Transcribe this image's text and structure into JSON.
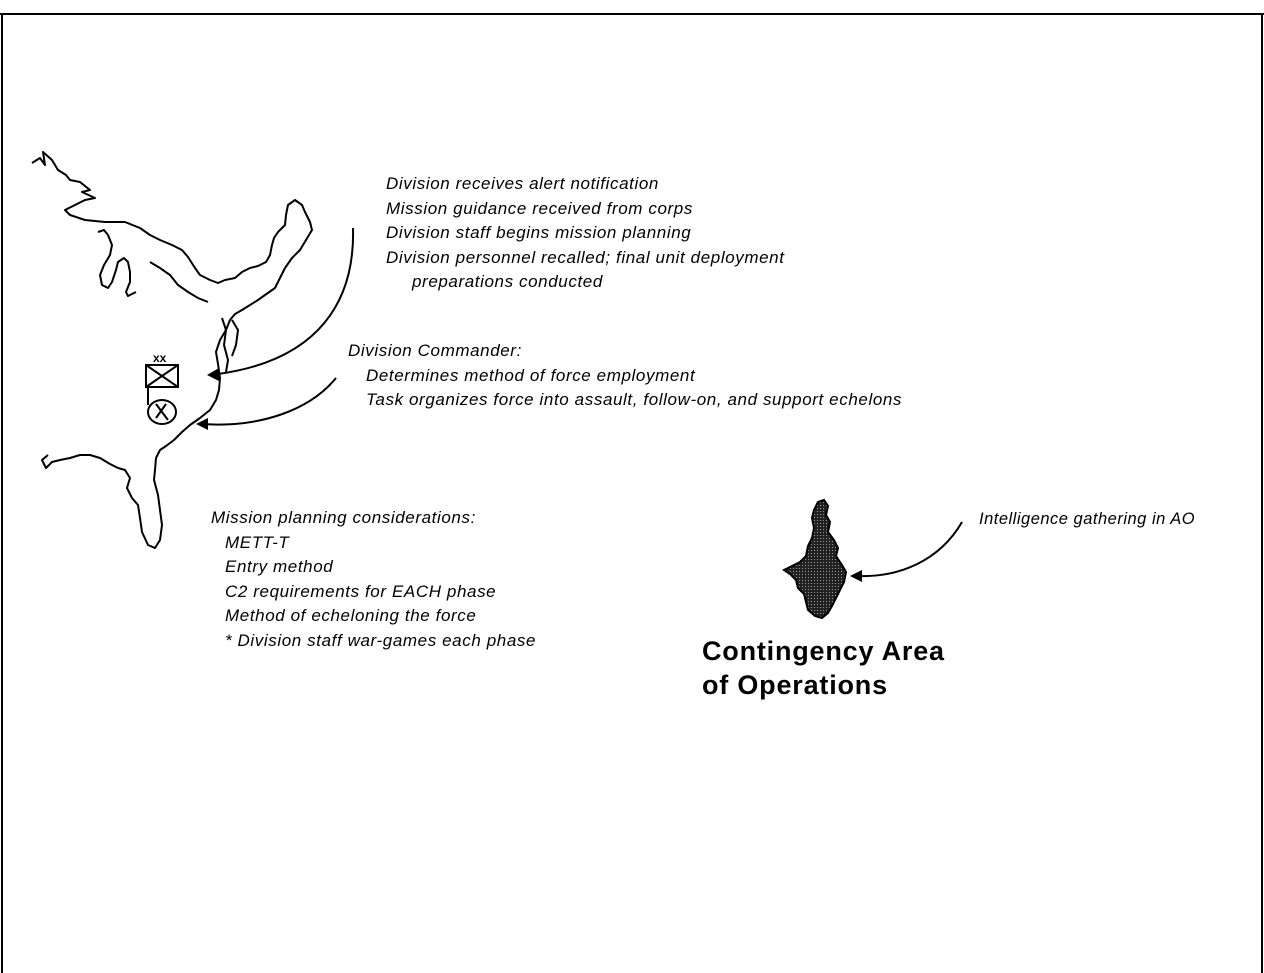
{
  "alert_block": {
    "lines": [
      "Division receives alert notification",
      "Mission guidance received from corps",
      "Division staff begins mission planning",
      "Division personnel recalled; final unit deployment",
      "preparations conducted"
    ]
  },
  "commander_block": {
    "heading": "Division Commander:",
    "items": [
      "Determines method of force employment",
      "Task organizes force into assault, follow-on, and support echelons"
    ]
  },
  "planning_block": {
    "heading": "Mission planning considerations:",
    "items": [
      "METT-T",
      "Entry method",
      "C2 requirements for EACH phase",
      "Method of echeloning the force",
      "* Division staff war-games each phase"
    ]
  },
  "intel_label": "Intelligence gathering in AO",
  "area_title": {
    "line1": "Contingency Area",
    "line2": "of Operations"
  },
  "unit_symbol": {
    "echelon": "xx"
  }
}
